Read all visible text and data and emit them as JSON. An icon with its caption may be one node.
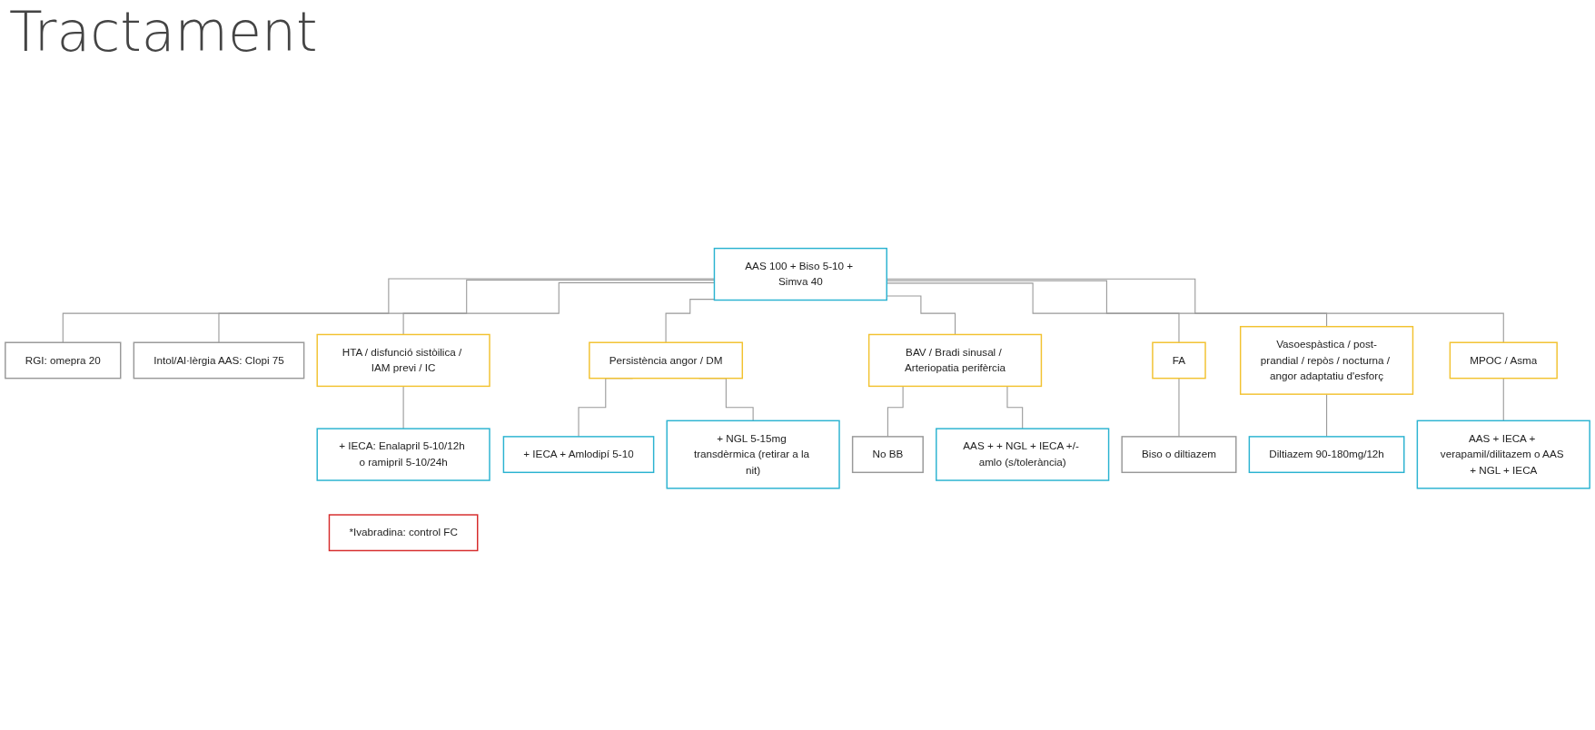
{
  "diagram": {
    "title": "Tractament",
    "nodes": [
      {
        "text": [
          "AAS 100 + Biso 5-10 + Simva 40"
        ]
      },
      {
        "text": [
          "RGI: omepra 20"
        ]
      },
      {
        "text": [
          "Intol/Al·lèrgia AAS: Clopi 75"
        ]
      },
      {
        "text": [
          "HTA / disfunció sistòilica / IAM previ / IC"
        ]
      },
      {
        "text": [
          "Persistència angor / DM"
        ]
      },
      {
        "text": [
          "BAV / Bradi sinusal / Arteriopatia perifèrcia"
        ]
      },
      {
        "text": [
          "FA"
        ]
      },
      {
        "text": [
          "Vasoespàstica / post-prandial / repòs / nocturna / angor adaptatiu d'esforç"
        ]
      },
      {
        "text": [
          "MPOC / Asma"
        ]
      },
      {
        "text": [
          "+ IECA: Enalapril 5-10/12h o ramipril 5-10/24h"
        ]
      },
      {
        "text": [
          "*Ivabradina: control FC"
        ]
      },
      {
        "text": [
          "+ IECA + Amlodipí 5-10"
        ]
      },
      {
        "text": [
          "+ NGL 5-15mg transdèrmica (retirar a la nit)"
        ]
      },
      {
        "text": [
          "No BB"
        ]
      },
      {
        "text": [
          "AAS + + NGL + IECA +/- amlo (s/tolerància)"
        ]
      },
      {
        "text": [
          "Biso o diltiazem"
        ]
      },
      {
        "text": [
          "Diltiazem 90-180mg/12h"
        ]
      },
      {
        "text": [
          "AAS + IECA + verapamil/dilitazem o AAS + NGL + IECA"
        ]
      }
    ],
    "edges": [
      {
        "from": 0,
        "to": 1,
        "arrow": "none"
      },
      {
        "from": 0,
        "to": 2,
        "arrow": "none"
      },
      {
        "from": 0,
        "to": 3,
        "arrow": "none"
      },
      {
        "from": 0,
        "to": 4,
        "arrow": "none"
      },
      {
        "from": 0,
        "to": 5,
        "arrow": "none"
      },
      {
        "from": 0,
        "to": 6,
        "arrow": "none"
      },
      {
        "from": 0,
        "to": 7,
        "arrow": "none"
      },
      {
        "from": 0,
        "to": 8,
        "arrow": "none"
      },
      {
        "from": 3,
        "to": 9,
        "arrow": "none"
      },
      {
        "from": 4,
        "to": 11,
        "arrow": "none"
      },
      {
        "from": 4,
        "to": 12,
        "arrow": "none"
      },
      {
        "from": 5,
        "to": 13,
        "arrow": "none"
      },
      {
        "from": 5,
        "to": 14,
        "arrow": "none"
      },
      {
        "from": 6,
        "to": 15,
        "arrow": "none"
      },
      {
        "from": 7,
        "to": 16,
        "arrow": "none"
      },
      {
        "from": 8,
        "to": 17,
        "arrow": "none"
      }
    ]
  }
}
